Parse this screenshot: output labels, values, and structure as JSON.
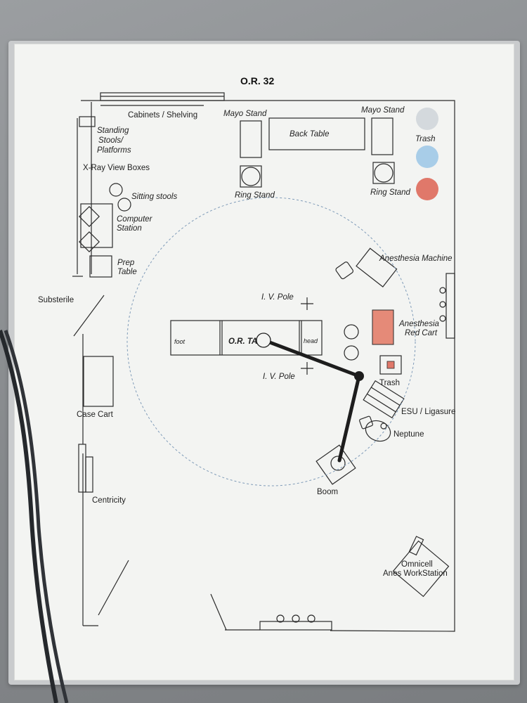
{
  "title": "O.R. 32",
  "labels": {
    "cabinets": "Cabinets / Shelving",
    "mayo_left": "Mayo Stand",
    "mayo_right": "Mayo Stand",
    "back_table": "Back Table",
    "trash_top": "Trash",
    "standing_line1": "Standing",
    "standing_line2": "Stools/",
    "standing_line3": "Platforms",
    "xray": "X-Ray View Boxes",
    "sitting_stools": "Sitting stools",
    "computer_line1": "Computer",
    "computer_line2": "Station",
    "ring_left": "Ring Stand",
    "ring_right": "Ring Stand",
    "anesthesia_machine": "Anesthesia Machine",
    "prep_line1": "Prep",
    "prep_line2": "Table",
    "substerile": "Substerile",
    "iv_pole_top": "I. V. Pole",
    "iv_pole_bottom": "I. V. Pole",
    "anesthesia_cart_line1": "Anesthesia",
    "anesthesia_cart_line2": "Red Cart",
    "foot": "foot",
    "or_table": "O.R. TA",
    "head": "head",
    "trash_right": "Trash",
    "case_cart": "Case Cart",
    "esu": "ESU / Ligasure",
    "neptune": "Neptune",
    "centricity": "Centricity",
    "boom": "Boom",
    "omnicell_line1": "Omnicell",
    "omnicell_line2": "Anes WorkStation"
  },
  "colors": {
    "trash_gray": "#d4d9dd",
    "trash_blue": "#a8cde8",
    "trash_red": "#e0786a",
    "red_cart": "#e58a78",
    "outline": "#2b2b2b",
    "dashed_circle": "#7f9bb8"
  }
}
